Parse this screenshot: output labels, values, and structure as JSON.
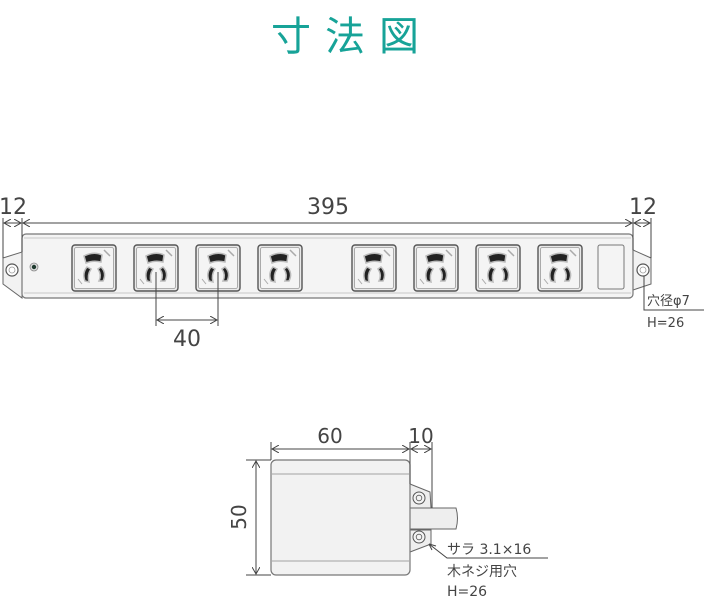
{
  "title": "寸法図",
  "colors": {
    "title": "#17a398",
    "line": "#444444",
    "body_fill": "#f2f2f2",
    "outline": "#777777",
    "socket_dark": "#222222"
  },
  "top_view": {
    "dim_left": "12",
    "dim_total": "395",
    "dim_right": "12",
    "dim_pitch": "40",
    "outlet_count": 8,
    "hole_note_line1": "穴径φ7",
    "hole_note_line2": "H=26"
  },
  "side_view": {
    "dim_width": "60",
    "dim_flange": "10",
    "dim_height": "50",
    "screw_note_line1": "サラ 3.1×16",
    "screw_note_line2": "木ネジ用穴",
    "screw_note_line3": "H=26"
  }
}
